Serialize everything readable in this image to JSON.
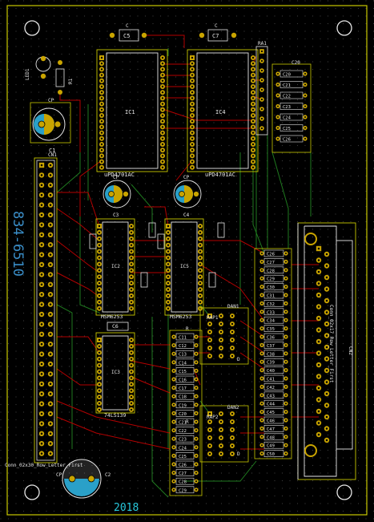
{
  "board": {
    "part_number": "834-6510",
    "year": "2018"
  },
  "colors": {
    "background": "#000000",
    "dot_grid": "#3a3a3a",
    "board_edge": "#c8c800",
    "silkscreen": "#e6e6e6",
    "fab": "#b4b400",
    "courtyard": "#d0d000",
    "pad": "#c9a400",
    "pad_hole": "#8a8a00",
    "copper_front": "#b40000",
    "copper_back": "#1f7a1f",
    "label_cyan": "#28c8dc",
    "cap_blue": "#2aa0c8",
    "blue_text": "#3a8ec8"
  },
  "icons": {
    "mounting_hole": "circle-mounting-hole-icon",
    "electrolytic_cap": "polarized-capacitor-icon",
    "led": "led-icon"
  },
  "components": {
    "C5": "C5",
    "C7": "C7",
    "IC1": "IC1",
    "IC4": "IC4",
    "IC1_part": "uPD4701AC",
    "IC4_part": "uPD4701AC",
    "IC2": "IC2",
    "IC5": "IC5",
    "IC2_part": "MSM6253",
    "IC5_part": "MSM6253",
    "IC3": "IC3",
    "IC3_part": "74LS139",
    "C1": "C1",
    "C2": "C2",
    "C3": "C3",
    "C4": "C4",
    "C6": "C6",
    "CP": "CP",
    "R": "R",
    "D": "D",
    "C": "C",
    "LED1": "LED1",
    "R1": "R1",
    "RA1": "RA1",
    "C20": "C20",
    "DAN1": "DAN1",
    "RAP1": "RAP1",
    "RAP2": "RAP2",
    "DAN2": "DAN2",
    "CN1": "CN1",
    "CN2": "CN2",
    "cn1_footprint": "Conn_02x30_Row_Letter_First",
    "cn2_footprint": "Conn_02x17_Row_Letter_First",
    "c_list_left": [
      "C11",
      "C12",
      "C13",
      "C14",
      "C15",
      "C16",
      "C17",
      "C18",
      "C19",
      "C20",
      "C21",
      "C22",
      "C23",
      "C24",
      "C25",
      "C26",
      "C27",
      "C28",
      "C29"
    ],
    "c_list_right": [
      "C26",
      "C27",
      "C28",
      "C29",
      "C30",
      "C31",
      "C32",
      "C33",
      "C34",
      "C35",
      "C36",
      "C37",
      "C38",
      "C39",
      "C40",
      "C41",
      "C42",
      "C43",
      "C44",
      "C45",
      "C46",
      "C47",
      "C48",
      "C49",
      "C50"
    ],
    "c_list_top_right": [
      "C20",
      "C21",
      "C22",
      "C23",
      "C24",
      "C25",
      "C26"
    ]
  }
}
